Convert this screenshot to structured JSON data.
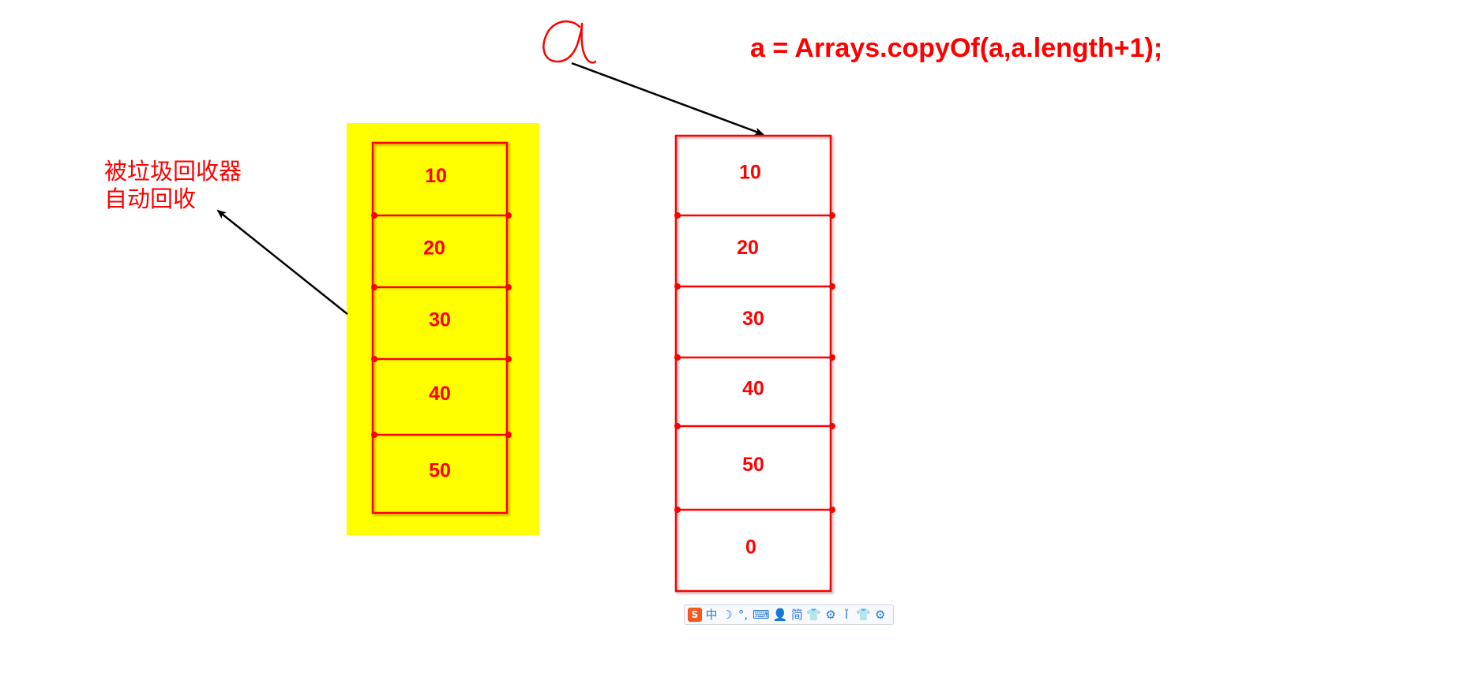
{
  "code_line": "a = Arrays.copyOf(a,a.length+1);",
  "variable_label": "a",
  "gc_note": {
    "line1": "被垃圾回收器",
    "line2": "自动回收"
  },
  "old_array": {
    "highlight_color": "#ffff00",
    "cells": [
      "10",
      "20",
      "30",
      "40",
      "50"
    ]
  },
  "new_array": {
    "cells": [
      "10",
      "20",
      "30",
      "40",
      "50",
      "0"
    ]
  },
  "colors": {
    "accent": "#ff0000",
    "arrow": "#000000"
  },
  "ime_toolbar": {
    "logo": "S",
    "items": [
      {
        "name": "chinese-mode",
        "glyph": "中"
      },
      {
        "name": "moon-icon",
        "glyph": "☽"
      },
      {
        "name": "punctuation-icon",
        "glyph": "°,"
      },
      {
        "name": "keyboard-icon",
        "glyph": "⌨"
      },
      {
        "name": "user-icon",
        "glyph": "👤"
      },
      {
        "name": "simplified-mode",
        "glyph": "简"
      },
      {
        "name": "shirt-icon",
        "glyph": "👕"
      },
      {
        "name": "gear-icon",
        "glyph": "⚙"
      },
      {
        "name": "info-icon",
        "glyph": "ǐ"
      },
      {
        "name": "shirt-icon-2",
        "glyph": "👕"
      },
      {
        "name": "gear-icon-2",
        "glyph": "⚙"
      }
    ]
  }
}
